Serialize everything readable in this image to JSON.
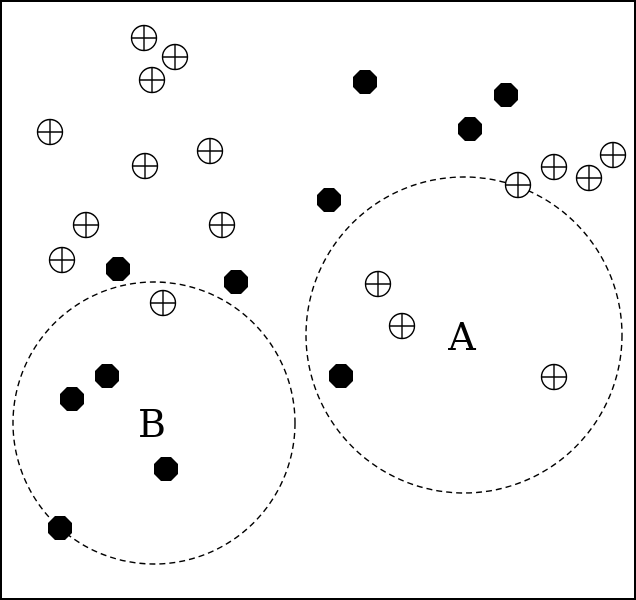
{
  "figure": {
    "regions": [
      {
        "id": "A",
        "label": "A"
      },
      {
        "id": "B",
        "label": "B"
      }
    ],
    "legend_note": "",
    "colors": {
      "ink": "#000000",
      "background": "#ffffff"
    },
    "symbols": {
      "positive": "circled-plus",
      "negative": "filled-dot"
    }
  }
}
